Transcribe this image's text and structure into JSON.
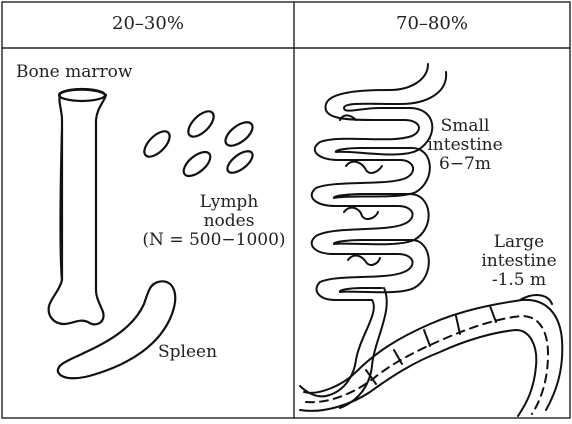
{
  "table": {
    "headers": [
      "20–30%",
      "70–80%"
    ]
  },
  "left_panel": {
    "bone_marrow_label": "Bone marrow",
    "lymph_nodes_label_1": "Lymph",
    "lymph_nodes_label_2": "nodes",
    "lymph_nodes_label_3": "(N = 500−1000)",
    "spleen_label": "Spleen"
  },
  "right_panel": {
    "small_intestine_label_1": "Small",
    "small_intestine_label_2": "intestine",
    "small_intestine_label_3": "6−7m",
    "large_intestine_label_1": "Large",
    "large_intestine_label_2": "intestine",
    "large_intestine_label_3": "-1.5 m"
  }
}
